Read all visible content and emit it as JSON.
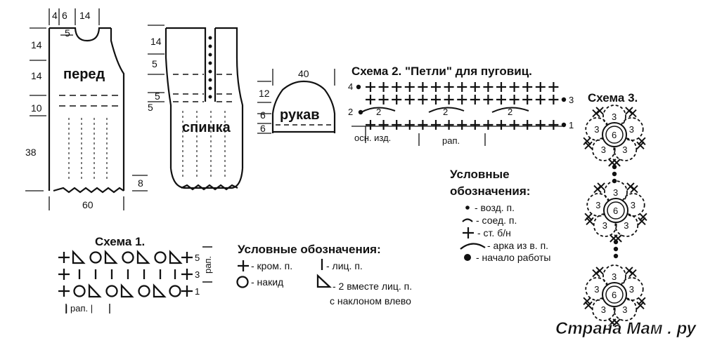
{
  "pattern_pieces": {
    "front": {
      "label": "перед",
      "dims": {
        "top_a": "4",
        "top_b": "6",
        "top_c": "14",
        "neck": "5",
        "h1": "14",
        "h2": "14",
        "h3": "10",
        "h4": "38",
        "hem": "8",
        "width": "60"
      }
    },
    "back": {
      "label": "спинка",
      "dims": {
        "h1": "14",
        "h2": "5",
        "h3": "5",
        "h4": "5"
      }
    },
    "sleeve": {
      "label": "рукав",
      "dims": {
        "width": "40",
        "h1": "12",
        "h2": "6",
        "h3": "6"
      }
    }
  },
  "scheme1": {
    "title": "Схема 1.",
    "row_numbers": [
      "5",
      "3",
      "1"
    ],
    "repeat_right": "рап.",
    "repeat_bottom": "| рап. |"
  },
  "scheme2": {
    "title": "Схема 2. \"Петли\" для пуговиц.",
    "row_numbers_left": [
      "4",
      "2"
    ],
    "row_numbers_right": [
      "3",
      "1"
    ],
    "arc_labels": [
      "2",
      "2",
      "2"
    ],
    "base_label": "осн. изд.",
    "repeat_label": "рап."
  },
  "scheme3": {
    "title": "Схема 3.",
    "motifs": [
      {
        "center": "6",
        "petals": [
          "3",
          "3",
          "3",
          "3",
          "3"
        ]
      },
      {
        "center": "6",
        "petals": [
          "3",
          "3",
          "3",
          "3",
          "3"
        ]
      },
      {
        "center": "6",
        "petals": [
          "3",
          "3",
          "3",
          "3",
          "3"
        ]
      }
    ]
  },
  "legend1": {
    "title": "Условные обозначения:",
    "items": {
      "edge": "- кром. п.",
      "knit": "- лиц. п.",
      "yo": "- накид",
      "k2tog": "- 2  вместе лиц. п.",
      "k2tog_line2": "с наклоном влево"
    }
  },
  "legend2": {
    "title_line1": "Условные",
    "title_line2": "обозначения:",
    "items": {
      "chain": "- возд. п.",
      "slip": "- соед. п.",
      "sc": "- ст. б/н",
      "arch": "- арка из в. п.",
      "start": "- начало работы"
    }
  },
  "watermark": "Страна Мам . ру",
  "colors": {
    "ink": "#111111",
    "watermark": "#c4161c"
  }
}
